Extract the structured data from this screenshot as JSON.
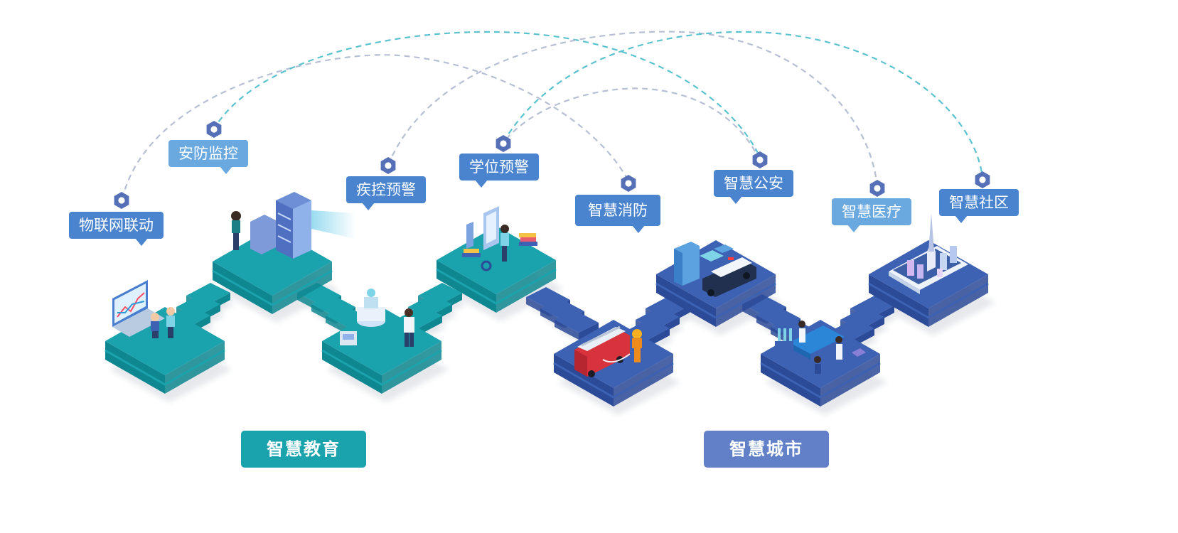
{
  "colors": {
    "teal": "#1ba3ad",
    "teal_dark": "#0f8791",
    "blue": "#3d61b3",
    "blue_dark": "#2b4a97",
    "tag_dark": "#4a84cf",
    "tag_light": "#6aa8e0",
    "line_teal": "#5bc3cf",
    "line_gray": "#b7bfd4",
    "node": "#5670b8"
  },
  "tags": [
    {
      "id": "iot",
      "label": "物联网联动",
      "style": "dark"
    },
    {
      "id": "security",
      "label": "安防监控",
      "style": "light"
    },
    {
      "id": "epidemic",
      "label": "疾控预警",
      "style": "dark"
    },
    {
      "id": "seat",
      "label": "学位预警",
      "style": "dark"
    },
    {
      "id": "fire",
      "label": "智慧消防",
      "style": "dark"
    },
    {
      "id": "police",
      "label": "智慧公安",
      "style": "dark"
    },
    {
      "id": "medical",
      "label": "智慧医疗",
      "style": "light"
    },
    {
      "id": "community",
      "label": "智慧社区",
      "style": "dark"
    }
  ],
  "categories": {
    "education": "智慧教育",
    "city": "智慧城市"
  },
  "icons": [
    "laptop-chart-icon",
    "server-icon",
    "lab-icon",
    "library-icon",
    "fire-truck-icon",
    "police-car-icon",
    "meeting-icon",
    "city-tablet-icon"
  ]
}
